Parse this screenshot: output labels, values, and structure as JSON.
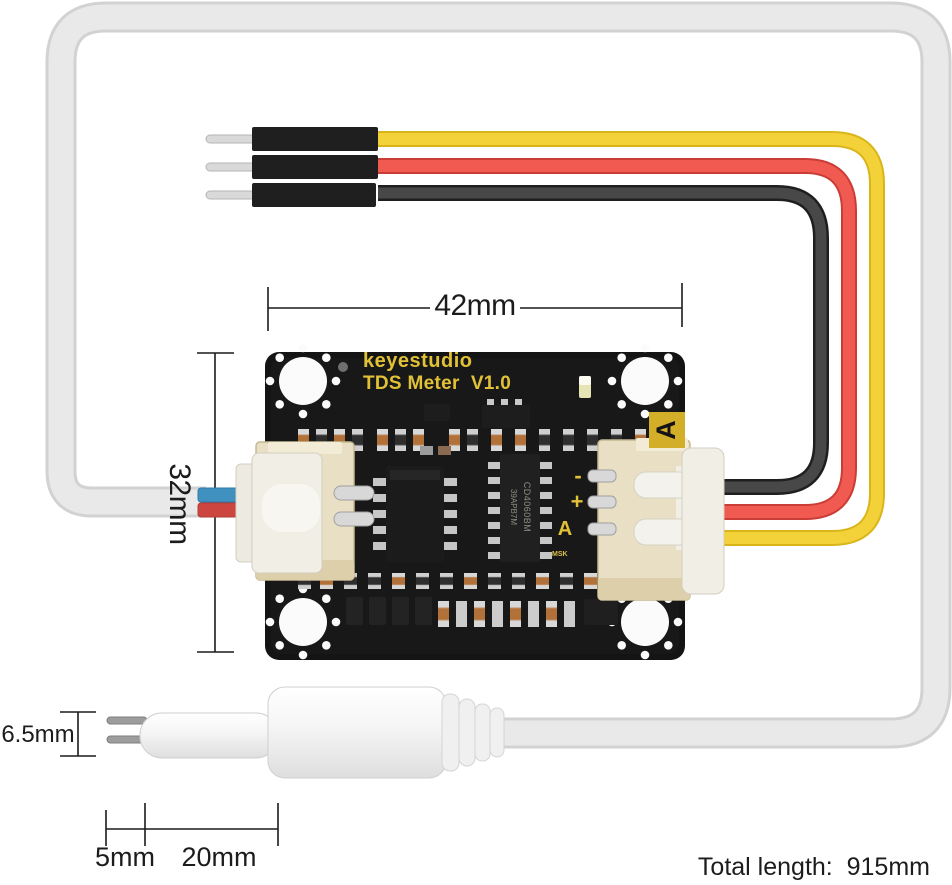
{
  "product": {
    "brand": "keyestudio",
    "model": "TDS Meter  V1.0",
    "corner_badge": "A",
    "pin_labels": {
      "minus": "-",
      "plus": "+",
      "analog": "A"
    },
    "ic_marking_line1": "39APB7M",
    "ic_marking_line2": "CD4060BM",
    "small_marking": "MSK"
  },
  "annotations": {
    "board_width": "42mm",
    "board_height": "32mm",
    "probe_pin_height": "6.5mm",
    "probe_pin_length": "5mm",
    "probe_head_length": "20mm",
    "total_length": "Total length:  915mm"
  },
  "colors": {
    "background": "#ffffff",
    "cable_white": "#e9e9e9",
    "wire_yellow": "#f3d139",
    "wire_red": "#f15a51",
    "wire_black": "#3b3b3b",
    "wire_blue": "#4090c0",
    "wire_probe_red": "#cd453f",
    "pcb_black": "#141414",
    "silkscreen_yellow": "#e2c136",
    "connector_beige": "#e8dfc4",
    "dimension_ink": "#1c1c1c"
  }
}
